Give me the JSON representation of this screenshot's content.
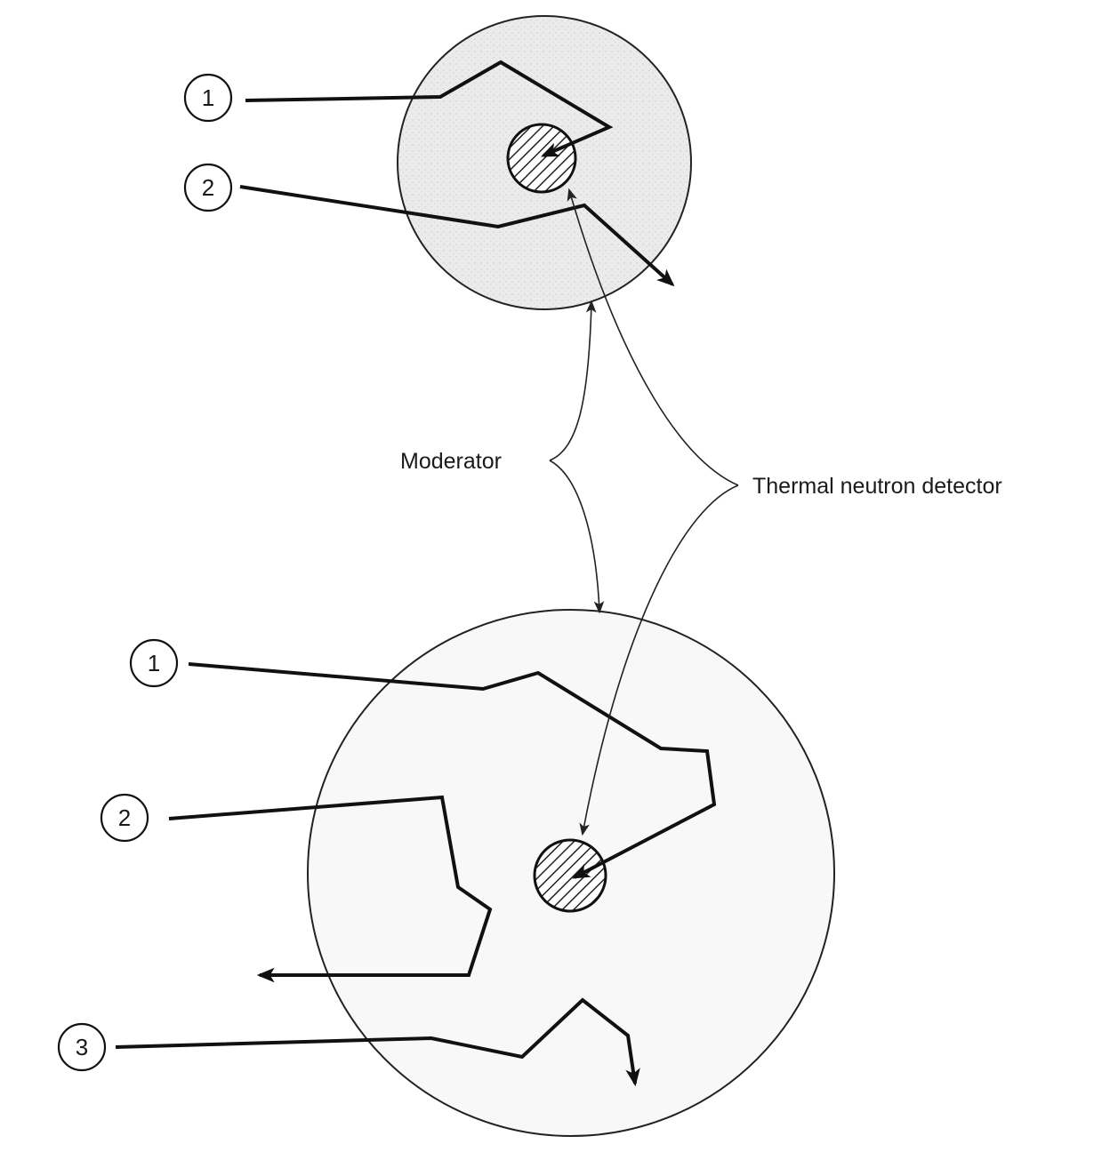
{
  "labels": {
    "moderator": "Moderator",
    "detector": "Thermal neutron detector"
  },
  "top_paths": [
    "1",
    "2"
  ],
  "bottom_paths": [
    "1",
    "2",
    "3"
  ],
  "colors": {
    "ink": "#111111",
    "small_moderator_fill": "#e6e6e6",
    "large_moderator_fill": "#f7f7f7"
  }
}
